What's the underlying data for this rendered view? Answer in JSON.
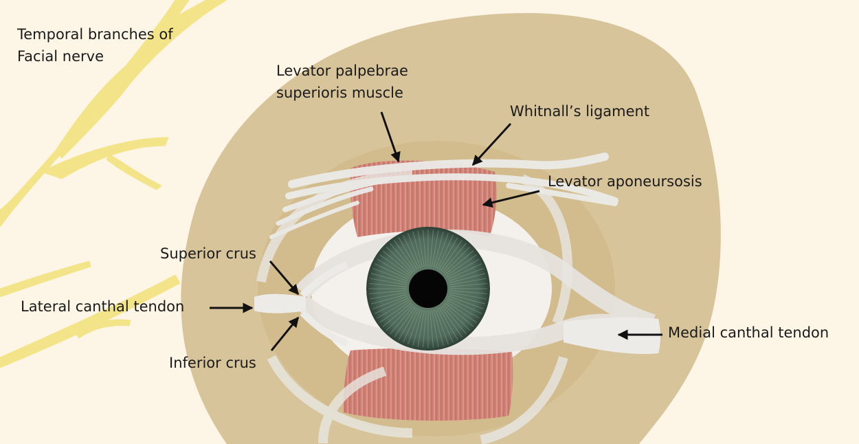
{
  "diagram": {
    "labels": {
      "temporal_branches_line1": "Temporal branches of",
      "temporal_branches_line2": "Facial nerve",
      "levator_palpebrae_line1": "Levator palpebrae",
      "levator_palpebrae_line2": "superioris muscle",
      "whitnalls_ligament": "Whitnall’s ligament",
      "levator_aponeurosis": "Levator aponeursosis",
      "superior_crus": "Superior crus",
      "lateral_canthal_tendon": "Lateral canthal tendon",
      "inferior_crus": "Inferior crus",
      "medial_canthal_tendon": "Medial canthal tendon"
    },
    "colors": {
      "background": "#fdf6e7",
      "orbit": "#d8c49a",
      "orbit_inner": "#ccb27e",
      "nerve": "#f3e48a",
      "muscle": "#cf7f74",
      "ligament": "#ecebe8",
      "sclera": "#f4f1ec",
      "iris": "#4f6a5c",
      "pupil": "#050505",
      "arrow": "#111111"
    }
  }
}
